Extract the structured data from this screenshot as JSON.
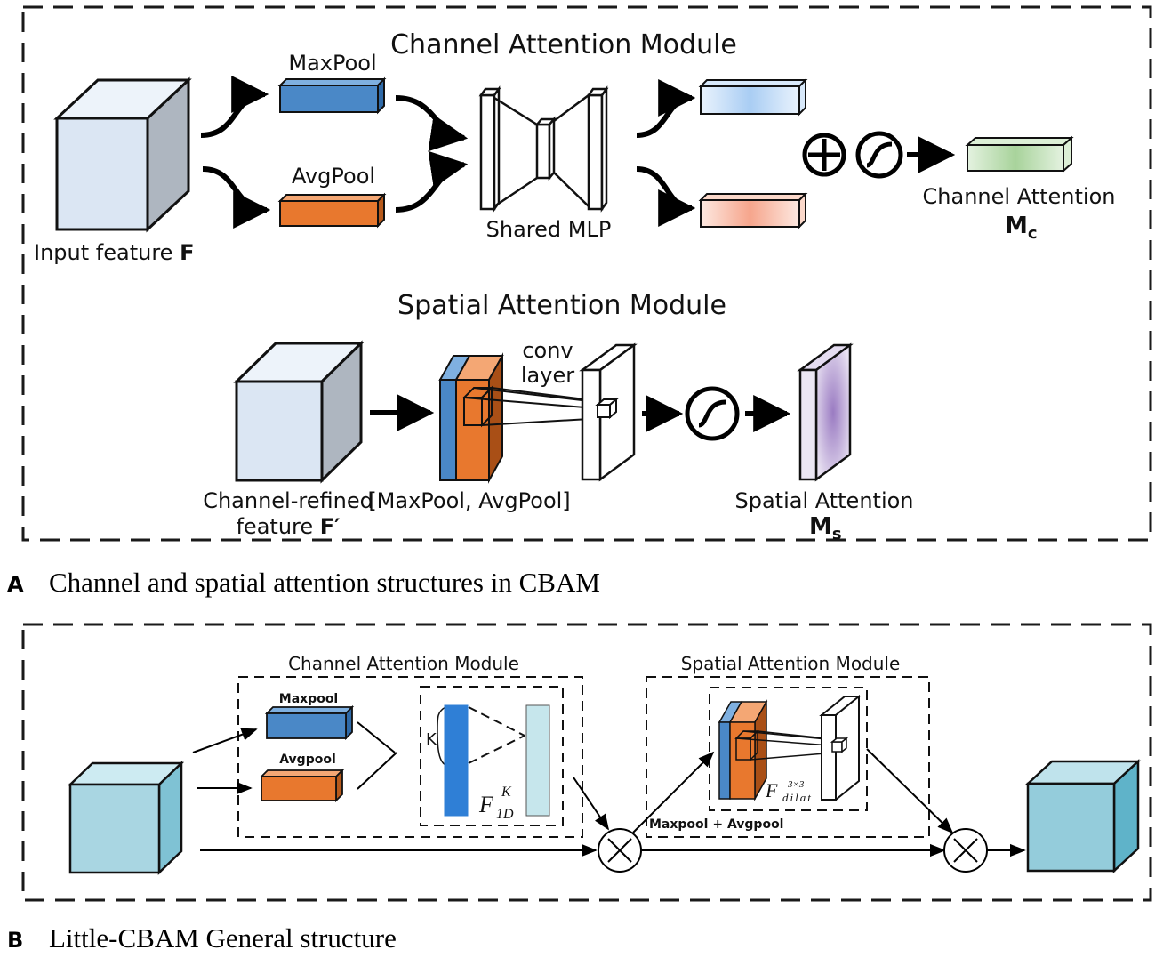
{
  "panel_a": {
    "letter": "A",
    "caption": "Channel and spatial attention structures in CBAM",
    "channel": {
      "title": "Channel Attention Module",
      "maxpool": "MaxPool",
      "avgpool": "AvgPool",
      "mlp": "Shared MLP",
      "input_label": "Input feature ",
      "input_symbol": "F",
      "output_label": "Channel Attention",
      "output_symbol": "M",
      "output_sub": "c",
      "plus": "+"
    },
    "spatial": {
      "title": "Spatial Attention Module",
      "conv1": "conv",
      "conv2": "layer",
      "input_label1": "Channel-refined",
      "input_label2": "feature ",
      "input_symbol": "F′",
      "pool_label": "[MaxPool, AvgPool]",
      "output_label": "Spatial Attention",
      "output_symbol": "M",
      "output_sub": "s"
    }
  },
  "panel_b": {
    "letter": "B",
    "caption": "Little-CBAM General structure",
    "channel_title": "Channel Attention Module",
    "spatial_title": "Spatial Attention Module",
    "maxpool": "Maxpool",
    "avgpool": "Avgpool",
    "k": "K",
    "f1d": "F",
    "f1d_sup": "K",
    "f1d_sub": "1D",
    "fdilat": "F",
    "fdilat_sup": "3×3",
    "fdilat_sub": "dilat",
    "pool_combo": "Maxpool + Avgpool"
  },
  "colors": {
    "blue": "#4a88c7",
    "orange": "#e8782e",
    "cube": "#dbe6f3",
    "teal": "#a9d6e2"
  }
}
